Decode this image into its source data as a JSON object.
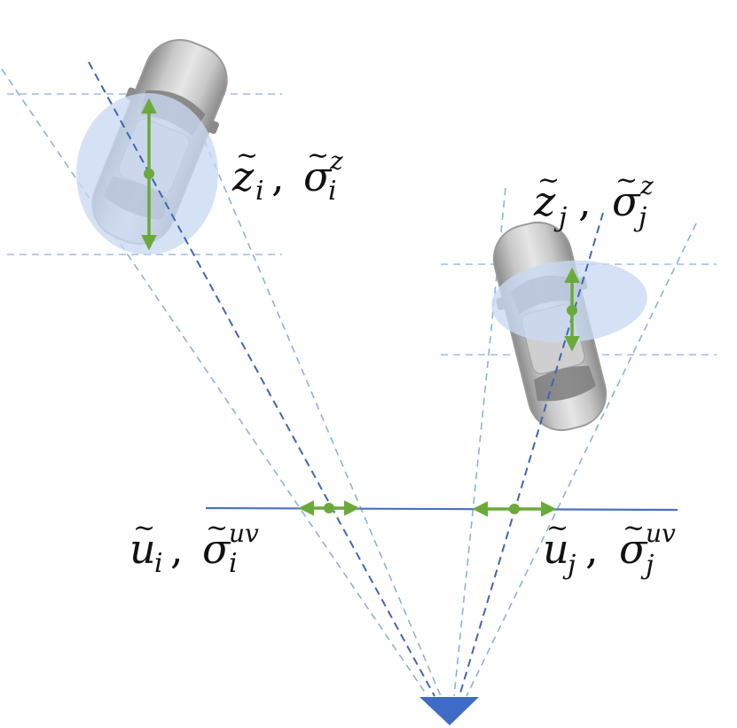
{
  "labels": {
    "car_i_depth": {
      "var": "z",
      "comma": ",",
      "sigma": "σ",
      "sub": "i",
      "sup": "z"
    },
    "car_j_depth": {
      "var": "z",
      "comma": ",",
      "sigma": "σ",
      "sub": "j",
      "sup": "z"
    },
    "car_i_uv": {
      "var": "u",
      "comma": ",",
      "sigma": "σ",
      "sub": "i",
      "sup": "uv"
    },
    "car_j_uv": {
      "var": "u",
      "comma": ",",
      "sigma": "σ",
      "sub": "j",
      "sup": "uv"
    },
    "tilde": "~"
  },
  "colors": {
    "arrow_green": "#6aaa3a",
    "ray_light": "#8fb0dc",
    "ray_dark": "#3f66b8",
    "guide_dash": "#9fbce6",
    "ellipse_fill": "#c9d8f2",
    "image_plane": "#4a6fc4",
    "camera": "#3e6bc4",
    "car_body": "#bdbdbd",
    "car_dark": "#7d7d7d"
  },
  "icons": {
    "camera": "camera-triangle-icon",
    "car": "car-top-view-icon"
  }
}
